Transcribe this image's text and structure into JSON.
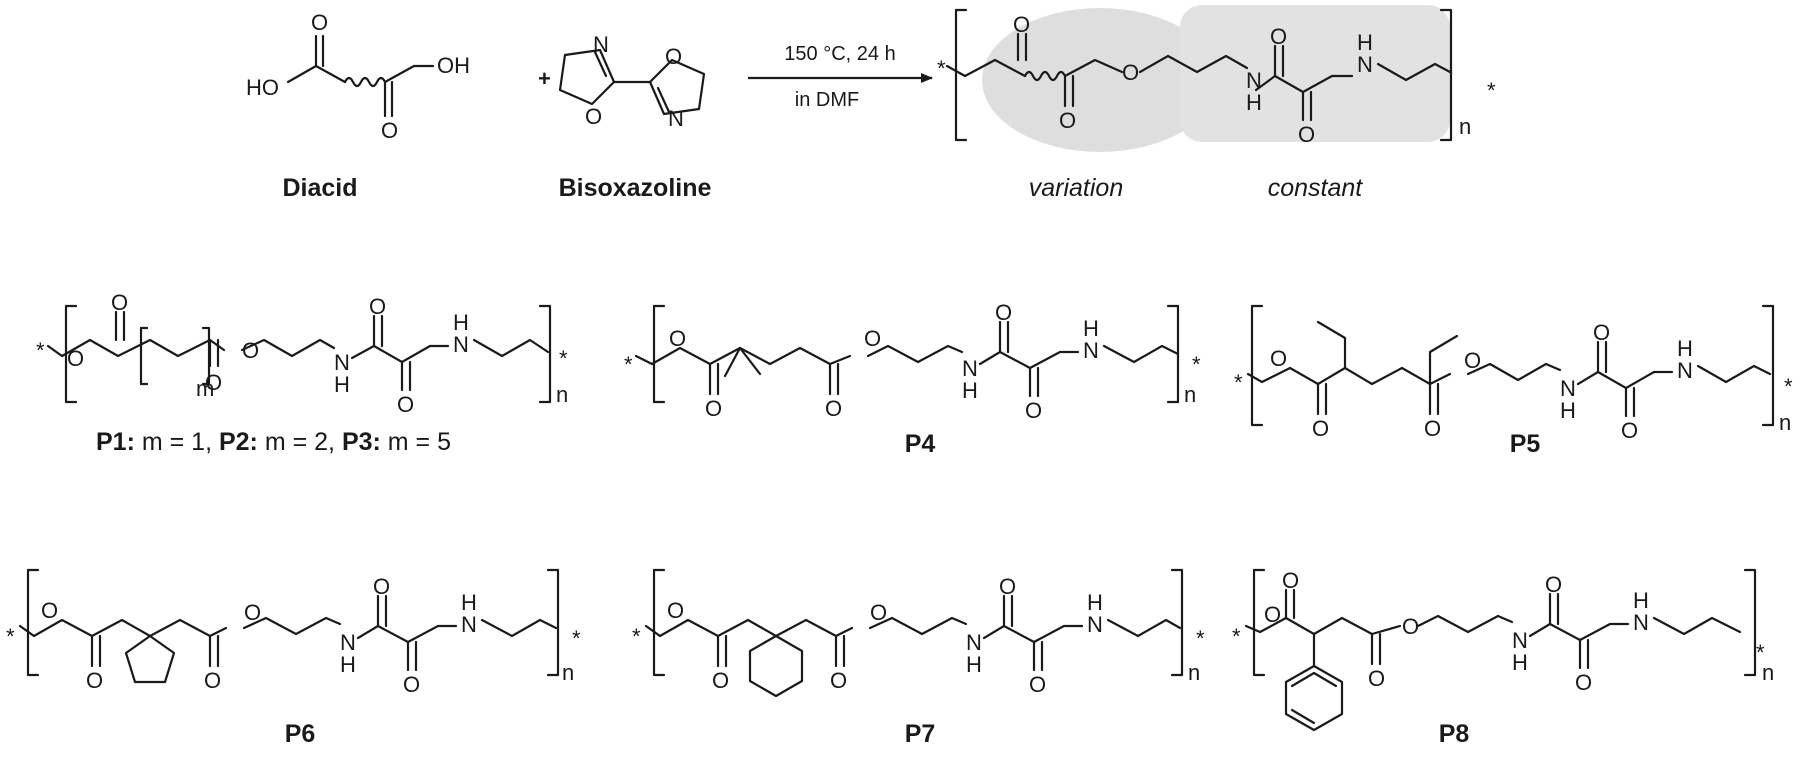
{
  "reaction": {
    "reactant_1_label": "Diacid",
    "reactant_2_label": "Bisoxazoline",
    "plus": "+",
    "condition_line1": "150 °C, 24 h",
    "condition_line2": "in DMF",
    "variation_label": "variation",
    "constant_label": "constant",
    "highlight_colors": {
      "variation": "#dedede",
      "constant": "#e2e2e2"
    }
  },
  "atoms": {
    "O": "O",
    "OH": "OH",
    "HO": "HO",
    "N": "N",
    "H": "H",
    "star": "*",
    "n": "n",
    "m": "m"
  },
  "polymers": {
    "p123": {
      "names": [
        "P1:",
        "P2:",
        "P3:"
      ],
      "values": [
        " m = 1, ",
        " m = 2,  ",
        " m = 5"
      ]
    },
    "p4": {
      "name": "P4"
    },
    "p5": {
      "name": "P5"
    },
    "p6": {
      "name": "P6"
    },
    "p7": {
      "name": "P7"
    },
    "p8": {
      "name": "P8"
    }
  }
}
